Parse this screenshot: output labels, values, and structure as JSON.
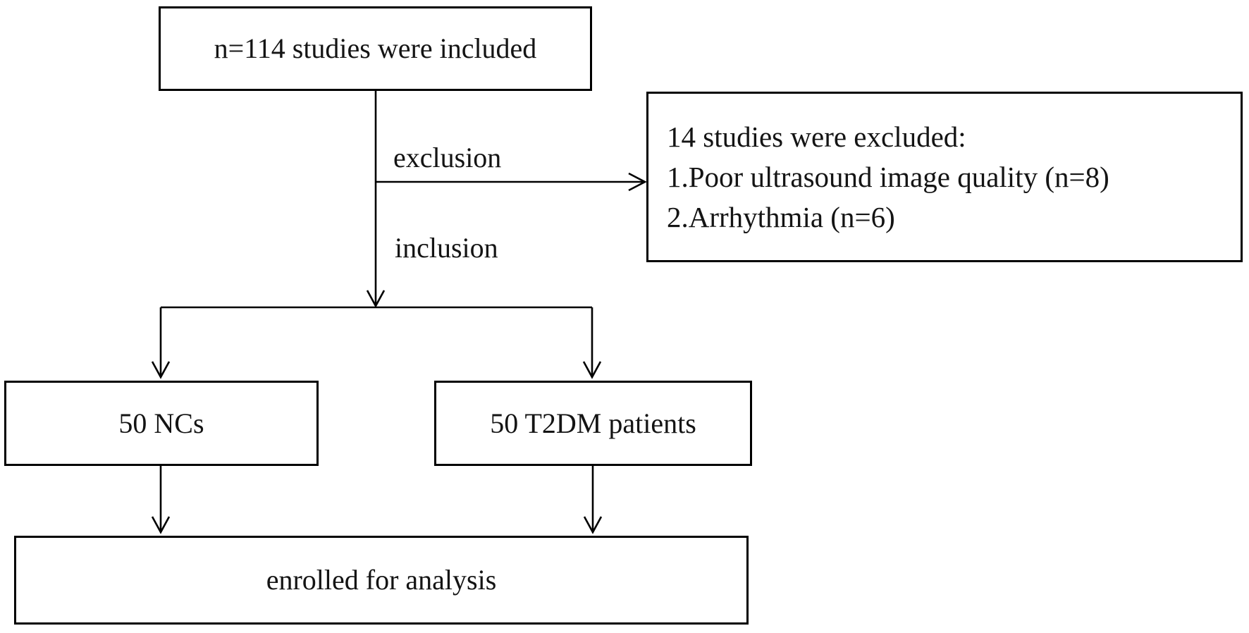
{
  "nodes": {
    "included": {
      "label": "n=114 studies were included"
    },
    "excluded": {
      "lines": [
        "14 studies were excluded:",
        "1.Poor ultrasound image quality (n=8)",
        "2.Arrhythmia (n=6)"
      ]
    },
    "ncs": {
      "label": "50 NCs"
    },
    "t2dm": {
      "label": "50 T2DM patients"
    },
    "enrolled": {
      "label": "enrolled for analysis"
    }
  },
  "edges": {
    "exclusion_label": "exclusion",
    "inclusion_label": "inclusion"
  },
  "colors": {
    "line": "#000000",
    "text": "#141414",
    "background": "#ffffff"
  }
}
